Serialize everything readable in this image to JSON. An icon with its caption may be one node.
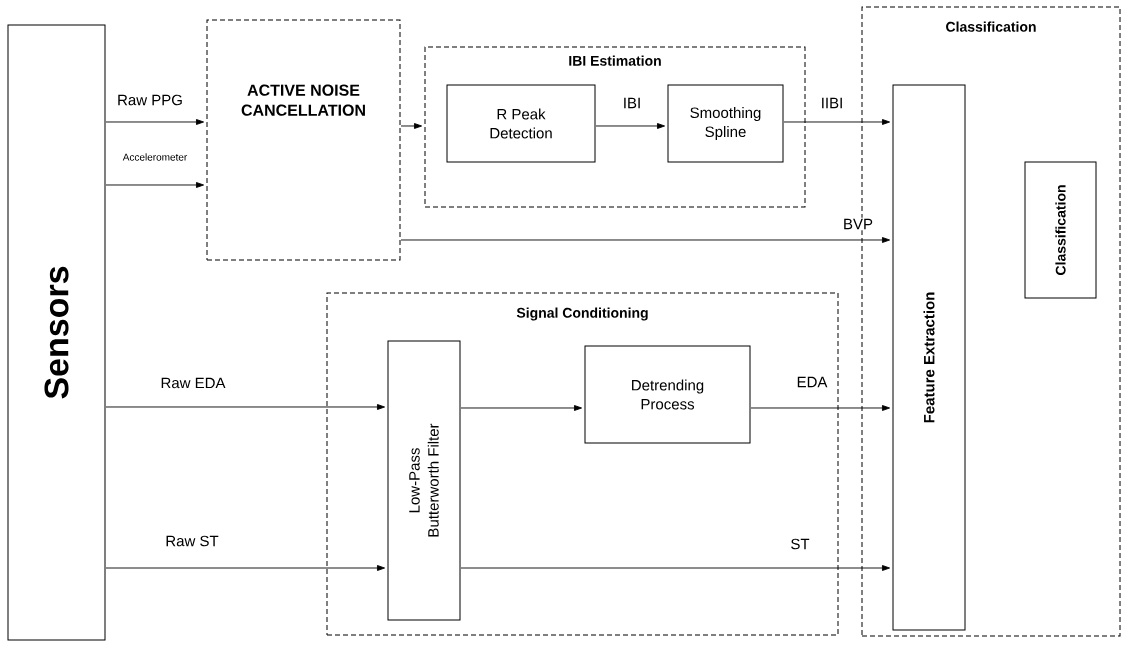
{
  "diagram": {
    "nodes": [
      {
        "text": [
          "Sensors"
        ]
      },
      {
        "text": [
          "ACTIVE NOISE CANCELLATION"
        ]
      },
      {
        "text": [
          "IBI Estimation"
        ]
      },
      {
        "text": [
          "R Peak Detection"
        ],
        "in": 2
      },
      {
        "text": [
          "Smoothing Spline"
        ],
        "in": 2
      },
      {
        "text": [
          "Classification"
        ]
      },
      {
        "text": [
          "Feature Extraction"
        ],
        "in": 5
      },
      {
        "text": [
          "Classification"
        ],
        "in": 5
      },
      {
        "text": [
          "Signal Conditioning"
        ]
      },
      {
        "text": [
          "Low-Pass Butterworth Filter"
        ],
        "in": 8
      },
      {
        "text": [
          "Detrending Process"
        ],
        "in": 8
      }
    ],
    "edges": [
      {
        "from": 0,
        "to": 1,
        "arrow": "to",
        "label": "Raw PPG"
      },
      {
        "from": 0,
        "to": 1,
        "arrow": "to",
        "label": "Accelerometer"
      },
      {
        "from": 1,
        "to": 2,
        "arrow": "to"
      },
      {
        "from": 3,
        "to": 4,
        "arrow": "to",
        "label": "IBI"
      },
      {
        "from": 4,
        "to": 6,
        "arrow": "to",
        "label": "IIBI"
      },
      {
        "from": 1,
        "to": 6,
        "arrow": "to",
        "label": "BVP"
      },
      {
        "from": 0,
        "to": 9,
        "arrow": "to",
        "label": "Raw EDA"
      },
      {
        "from": 9,
        "to": 10,
        "arrow": "to"
      },
      {
        "from": 10,
        "to": 6,
        "arrow": "to",
        "label": "EDA"
      },
      {
        "from": 0,
        "to": 9,
        "arrow": "to",
        "label": "Raw ST"
      },
      {
        "from": 9,
        "to": 6,
        "arrow": "to",
        "label": "ST"
      }
    ]
  }
}
